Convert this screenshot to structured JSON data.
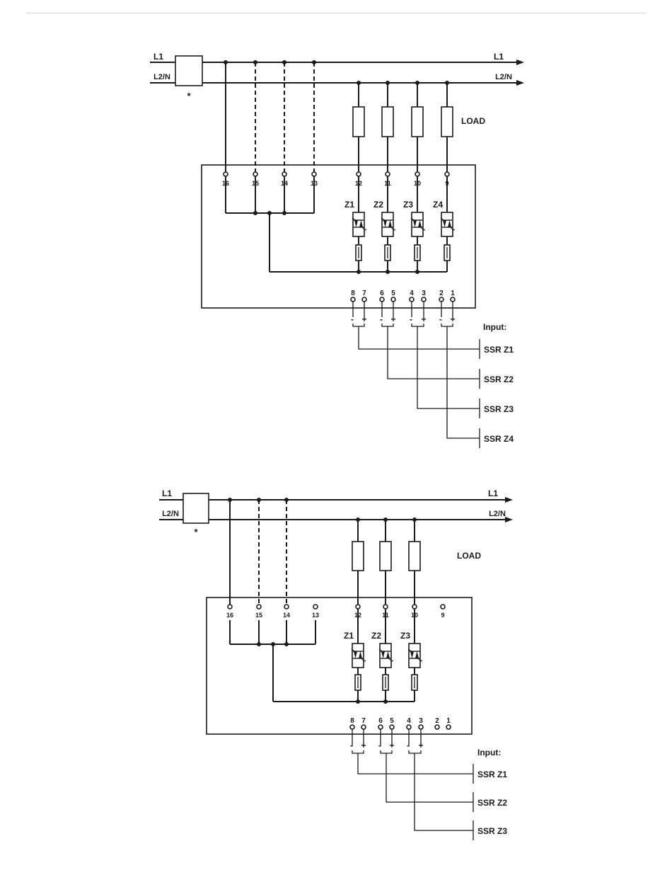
{
  "diagram_1": {
    "bus_labels": [
      "L1",
      "L2/N",
      "L1",
      "L2/N"
    ],
    "filter_note": "*",
    "load_label": "LOAD",
    "top_terminals": [
      "16",
      "15",
      "14",
      "13",
      "12",
      "11",
      "10",
      "9"
    ],
    "zones": [
      "Z1",
      "Z2",
      "Z3",
      "Z4"
    ],
    "input_terminals": [
      "8",
      "7",
      "6",
      "5",
      "4",
      "3",
      "2",
      "1"
    ],
    "polarity": [
      "-",
      "+",
      "-",
      "+",
      "-",
      "+",
      "-",
      "+"
    ],
    "input_title": "Input:",
    "ssr_labels": [
      "SSR Z1",
      "SSR Z2",
      "SSR Z3",
      "SSR Z4"
    ]
  },
  "diagram_2": {
    "bus_labels": [
      "L1",
      "L2/N",
      "L1",
      "L2/N"
    ],
    "filter_note": "*",
    "load_label": "LOAD",
    "top_terminals": [
      "16",
      "15",
      "14",
      "13",
      "12",
      "11",
      "10",
      "9"
    ],
    "zones": [
      "Z1",
      "Z2",
      "Z3"
    ],
    "input_terminals": [
      "8",
      "7",
      "6",
      "5",
      "4",
      "3",
      "2",
      "1"
    ],
    "polarity": [
      "-",
      "+",
      "-",
      "+",
      "-",
      "+"
    ],
    "input_title": "Input:",
    "ssr_labels": [
      "SSR Z1",
      "SSR Z2",
      "SSR Z3"
    ]
  }
}
